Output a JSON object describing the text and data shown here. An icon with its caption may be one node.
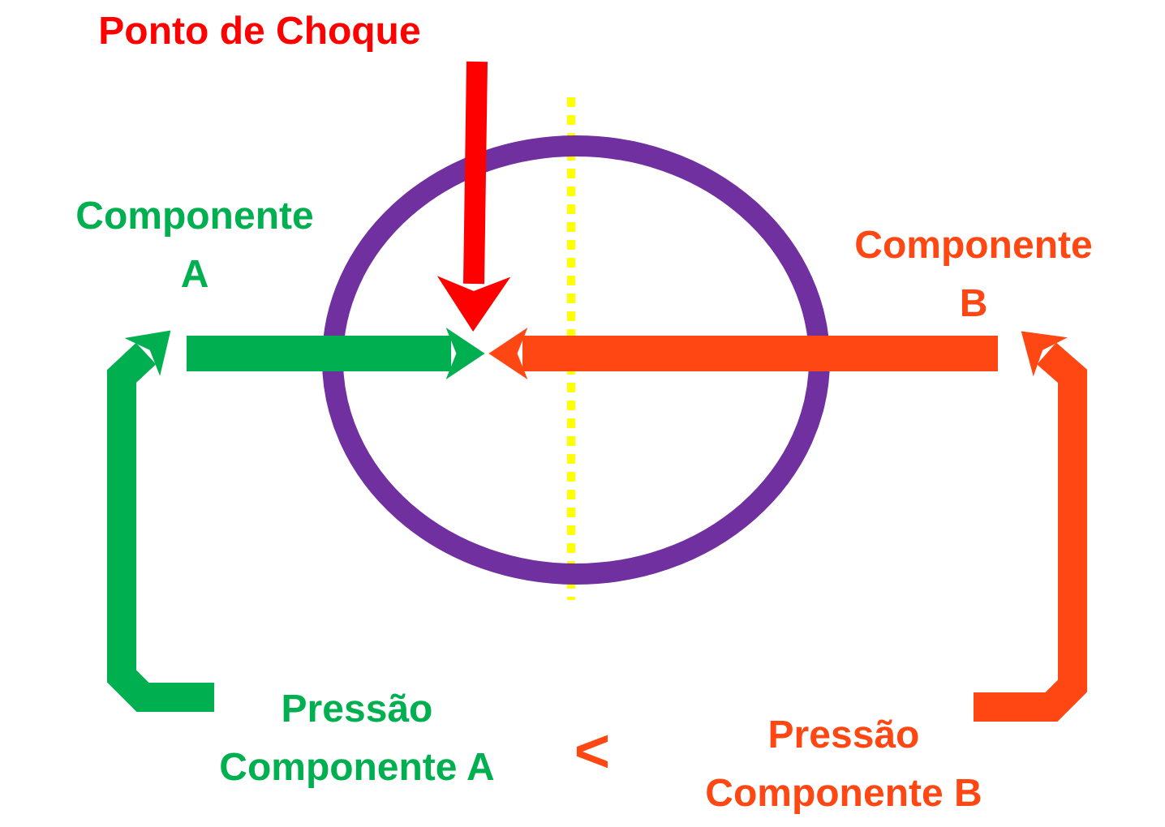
{
  "diagram": {
    "nodes": [
      {
        "text": [
          "Ponto de Choque"
        ]
      },
      {
        "text": [
          "Pressão Componente A"
        ]
      },
      {
        "text": [
          "Pressão Componente B"
        ]
      },
      {
        "text": [],
        "shape": "circle"
      }
    ],
    "edges": [
      {
        "from": 0,
        "to": 3,
        "arrow": "to",
        "color": "#ff0000"
      },
      {
        "from": null,
        "to": 3,
        "arrow": "to",
        "color": "#00b050"
      },
      {
        "from": null,
        "to": 3,
        "arrow": "to",
        "color": "#ff4713"
      },
      {
        "from": 1,
        "to": null,
        "arrow": "to",
        "color": "#00b050"
      },
      {
        "from": 2,
        "to": null,
        "arrow": "to",
        "color": "#ff4713"
      }
    ],
    "labels": [
      "Componente A",
      "Componente B",
      "<"
    ]
  }
}
